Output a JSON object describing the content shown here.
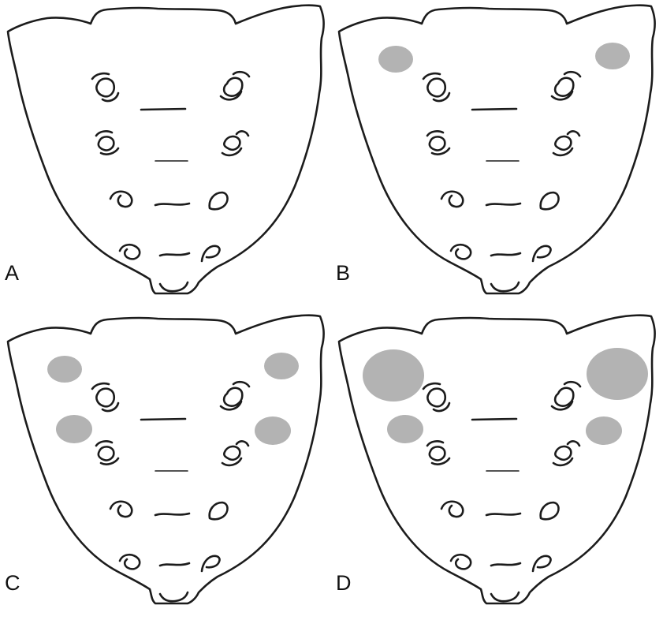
{
  "figure": {
    "panels": [
      {
        "label": "A",
        "implants": []
      },
      {
        "label": "B",
        "implants": [
          {
            "side": "left",
            "level": "upper",
            "size": "small"
          },
          {
            "side": "right",
            "level": "upper",
            "size": "small"
          }
        ]
      },
      {
        "label": "C",
        "implants": [
          {
            "side": "left",
            "level": "upper",
            "size": "small"
          },
          {
            "side": "right",
            "level": "upper",
            "size": "small"
          },
          {
            "side": "left",
            "level": "lower",
            "size": "small"
          },
          {
            "side": "right",
            "level": "lower",
            "size": "small"
          }
        ]
      },
      {
        "label": "D",
        "implants": [
          {
            "side": "left",
            "level": "upper",
            "size": "large"
          },
          {
            "side": "right",
            "level": "upper",
            "size": "large"
          },
          {
            "side": "left",
            "level": "lower",
            "size": "small"
          },
          {
            "side": "right",
            "level": "lower",
            "size": "small"
          }
        ]
      }
    ],
    "colors": {
      "outline": "#1c1c1c",
      "implant": "#b3b3b3",
      "background": "#ffffff"
    }
  }
}
